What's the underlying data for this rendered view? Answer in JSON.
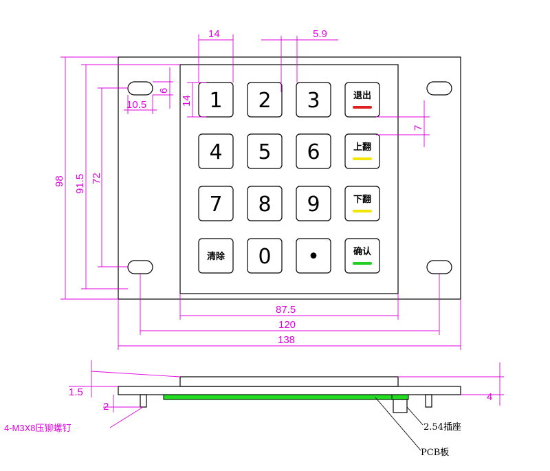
{
  "diagram": {
    "keys": [
      {
        "label": "1",
        "kind": "num"
      },
      {
        "label": "2",
        "kind": "num"
      },
      {
        "label": "3",
        "kind": "num"
      },
      {
        "label": "退出",
        "kind": "func",
        "stripe": "#e02020"
      },
      {
        "label": "4",
        "kind": "num"
      },
      {
        "label": "5",
        "kind": "num"
      },
      {
        "label": "6",
        "kind": "num"
      },
      {
        "label": "上翻",
        "kind": "func",
        "stripe": "#f2e600"
      },
      {
        "label": "7",
        "kind": "num"
      },
      {
        "label": "8",
        "kind": "num"
      },
      {
        "label": "9",
        "kind": "num"
      },
      {
        "label": "下翻",
        "kind": "func",
        "stripe": "#f2e600"
      },
      {
        "label": "清除",
        "kind": "text"
      },
      {
        "label": "0",
        "kind": "num"
      },
      {
        "label": "•",
        "kind": "num"
      },
      {
        "label": "确认",
        "kind": "func",
        "stripe": "#20d020"
      }
    ],
    "dimensions": {
      "key_width": "14",
      "key_gap": "5.9",
      "key_height": "14",
      "hole_height": "6",
      "hole_width": "10.5",
      "key_spacing_v": "7",
      "total_height": "98",
      "inner_height": "91.5",
      "hole_pitch_v": "72",
      "key_area_width": "87.5",
      "hole_pitch_h": "120",
      "total_width": "138",
      "cover_thickness": "1.5",
      "screw_offset": "2",
      "overall_thickness": "4"
    },
    "annotations": {
      "screw": "4-M3X8压铆螺钉",
      "socket": "2.54插座",
      "pcb": "PCB板"
    },
    "colors": {
      "dimension": "#e000e0",
      "pcb": "#22dd22"
    }
  }
}
